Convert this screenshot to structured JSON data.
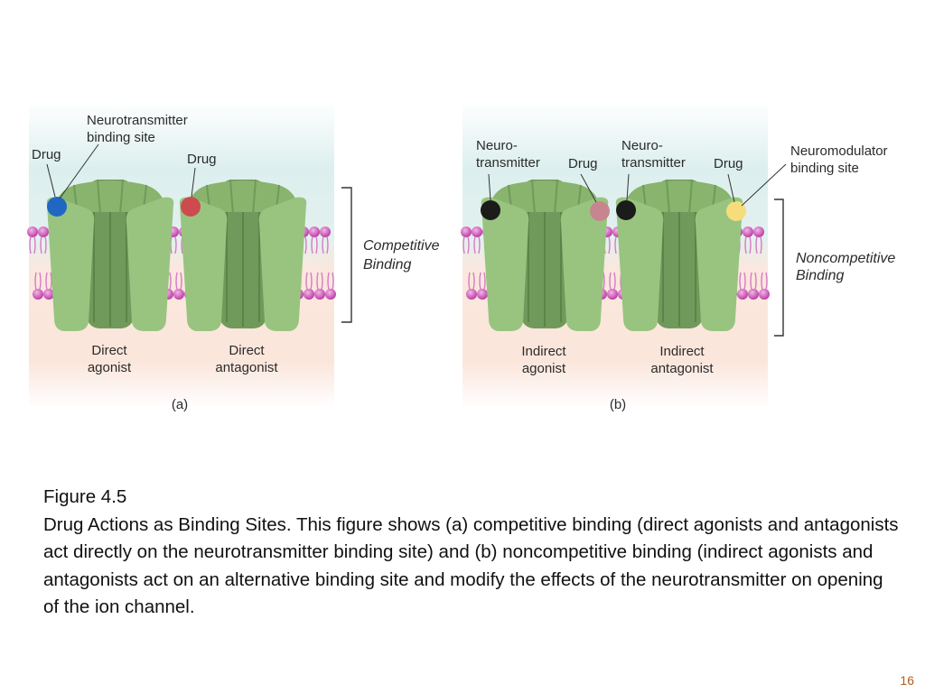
{
  "panel_a": {
    "callouts": {
      "drug_left": "Drug",
      "nt_site_line1": "Neurotransmitter",
      "nt_site_line2": "binding site",
      "drug_right": "Drug"
    },
    "bottom_labels": {
      "left_line1": "Direct",
      "left_line2": "agonist",
      "right_line1": "Direct",
      "right_line2": "antagonist"
    },
    "panel_letter": "(a)",
    "bracket_line1": "Competitive",
    "bracket_line2": "Binding"
  },
  "panel_b": {
    "callouts": {
      "nt1_line1": "Neuro-",
      "nt1_line2": "transmitter",
      "drug1": "Drug",
      "nt2_line1": "Neuro-",
      "nt2_line2": "transmitter",
      "drug2": "Drug",
      "nm_site_line1": "Neuromodulator",
      "nm_site_line2": "binding site"
    },
    "bottom_labels": {
      "left_line1": "Indirect",
      "left_line2": "agonist",
      "right_line1": "Indirect",
      "right_line2": "antagonist"
    },
    "panel_letter": "(b)",
    "bracket_line1": "Noncompetitive",
    "bracket_line2": "Binding"
  },
  "caption": {
    "figure_number": "Figure 4.5",
    "title": "Drug Actions as Binding Sites.",
    "body": " This figure shows (a) competitive binding (direct agonists and antagonists act directly on the neurotransmitter binding site) and (b) noncompetitive binding (indirect agonists and antagonists act on an alternative binding site and modify the effects of the neurotransmitter on opening of the ion channel."
  },
  "page_number": "16",
  "colors": {
    "extracellular": "#dcefee",
    "intracellular": "#fbe6dc",
    "membrane_head": "#c744b3",
    "membrane_tail": "#e6a3dc",
    "receptor": "#93bf7a",
    "receptor_dark": "#6f9a5b",
    "drug_blue": "#1f67c2",
    "drug_red": "#cd4b4e",
    "neurotransmitter": "#1b1b1b",
    "drug_pink": "#c7868f",
    "drug_yellow": "#f7dc7c",
    "page_number": "#b35b1f"
  }
}
